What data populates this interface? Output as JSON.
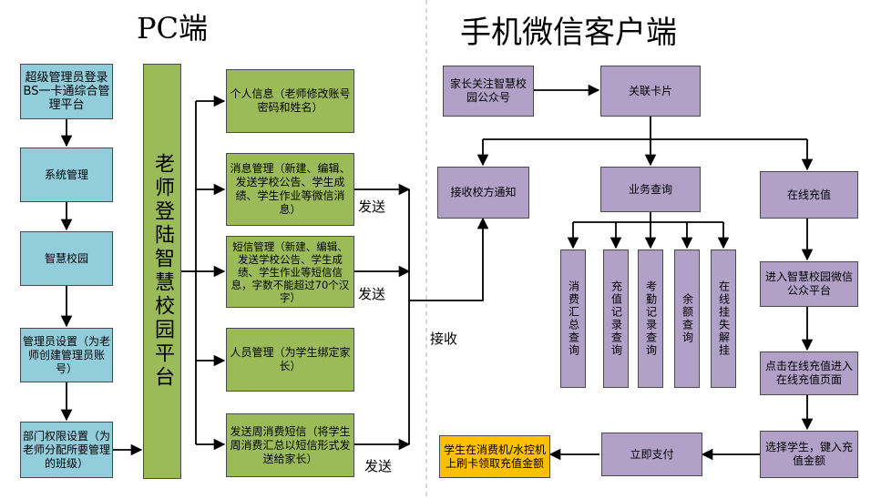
{
  "headings": {
    "pc": "PC端",
    "mobile": "手机微信客户端"
  },
  "pc": {
    "admin_login": "超级管理员登录BS一卡通综合管理平台",
    "system_manage": "系统管理",
    "smart_campus": "智慧校园",
    "admin_settings": "管理员设置（为老师创建管理员账号）",
    "dept_permissions": "部门权限设置（为老师分配所要管理的班级）",
    "teacher_login": "老师登陆智慧校园平台",
    "personal_info": "个人信息（老师修改账号密码和姓名）",
    "message_manage": "消息管理（新建、编辑、发送学校公告、学生成绩、学生作业等微信消息）",
    "sms_manage": "短信管理（新建、编辑、发送学校公告、学生成绩、学生作业等短信信息，字数不能超过70个汉字）",
    "people_manage": "人员管理（为学生绑定家长）",
    "weekly_sms": "发送周消费短信（将学生周消费汇总以短信形式发送给家长）",
    "send_labels": [
      "发送",
      "发送",
      "发送"
    ],
    "receive_label": "接收"
  },
  "mobile": {
    "follow": "家长关注智慧校园公众号",
    "link_card": "关联卡片",
    "receive_notice": "接收校方通知",
    "business_query": "业务查询",
    "online_recharge": "在线充值",
    "queries": [
      "消费汇总查询",
      "充值记录查询",
      "考勤记录查询",
      "余额查询",
      "在线挂失解挂"
    ],
    "enter_platform": "进入智慧校园微信公众平台",
    "click_recharge": "点击在线充值进入在线充值页面",
    "select_student": "选择学生，键入充值金额",
    "pay_now": "立即支付",
    "claim": "学生在消费机/水控机上刷卡领取充值金额"
  }
}
